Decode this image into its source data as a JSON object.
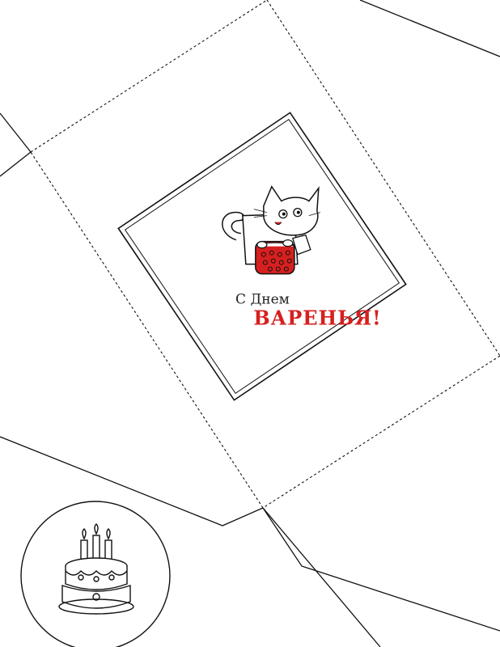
{
  "card": {
    "greeting_line1": "С Днем",
    "greeting_line2": "ВАРЕНЬЯ!"
  },
  "icons": {
    "illustration": "cat-with-jam-jar",
    "sticker": "birthday-cake-with-candles"
  },
  "colors": {
    "accent": "#d6201f",
    "line": "#111111",
    "background": "#ffffff"
  }
}
